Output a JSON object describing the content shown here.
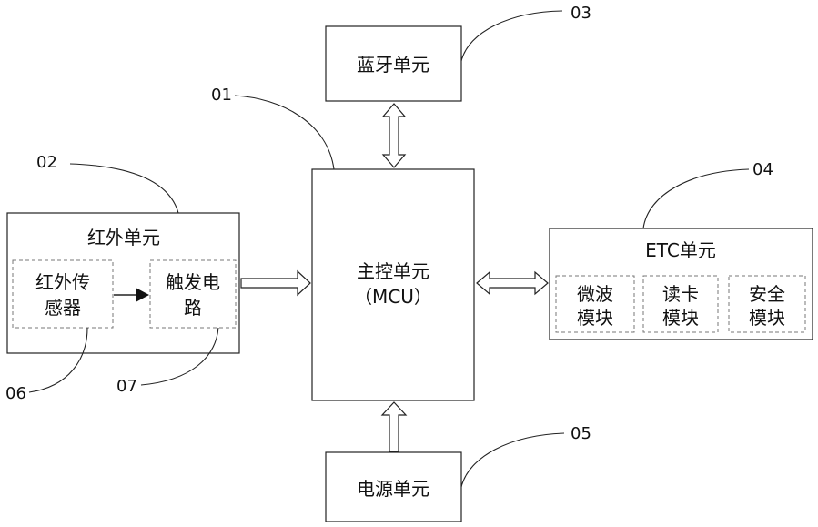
{
  "main_unit": {
    "line1": "主控单元",
    "line2": "（MCU）"
  },
  "bluetooth_unit": {
    "label": "蓝牙单元"
  },
  "infrared_unit": {
    "title": "红外单元",
    "sensor": {
      "line1": "红外传",
      "line2": "感器"
    },
    "trigger": {
      "line1": "触发电",
      "line2": "路"
    }
  },
  "etc_unit": {
    "title": "ETC单元",
    "microwave": {
      "line1": "微波",
      "line2": "模块"
    },
    "card_reader": {
      "line1": "读卡",
      "line2": "模块"
    },
    "security": {
      "line1": "安全",
      "line2": "模块"
    }
  },
  "power_unit": {
    "label": "电源单元"
  },
  "refs": {
    "main": "01",
    "infrared": "02",
    "bluetooth": "03",
    "etc": "04",
    "power": "05",
    "sensor": "06",
    "trigger": "07"
  },
  "colors": {
    "stroke": "#222222",
    "dashed": "#777777",
    "text": "#111111"
  }
}
